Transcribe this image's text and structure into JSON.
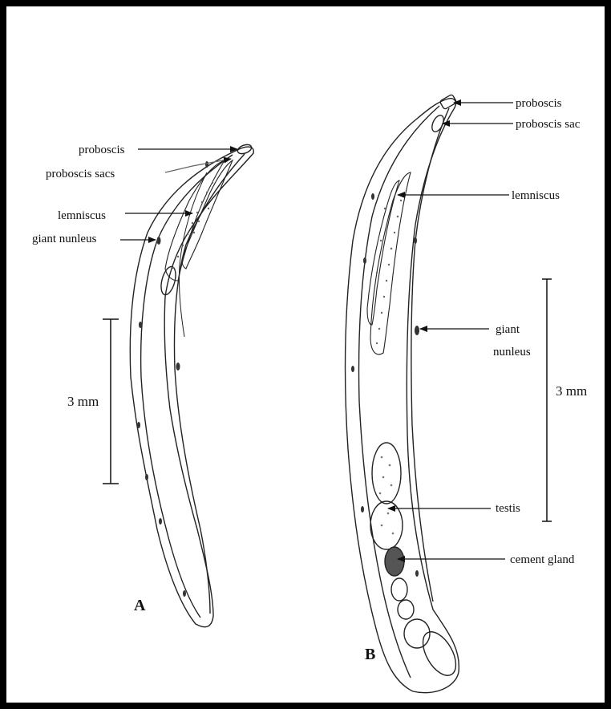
{
  "figure": {
    "panel_a": {
      "letter": "A",
      "labels": {
        "proboscis": "proboscis",
        "proboscis_sacs": "proboscis sacs",
        "lemniscus": "lemniscus",
        "giant_nucleus": "giant nunleus"
      },
      "scale": "3 mm"
    },
    "panel_b": {
      "letter": "B",
      "labels": {
        "proboscis": "proboscis",
        "proboscis_sac": "proboscis sac",
        "lemniscus": "lemniscus",
        "giant_nucleus_line1": "giant",
        "giant_nucleus_line2": "nunleus",
        "testis": "testis",
        "cement_gland": "cement gland"
      },
      "scale": "3 mm"
    }
  },
  "colors": {
    "border": "#000000",
    "ink": "#111111",
    "pointer_grey": "#666666"
  }
}
